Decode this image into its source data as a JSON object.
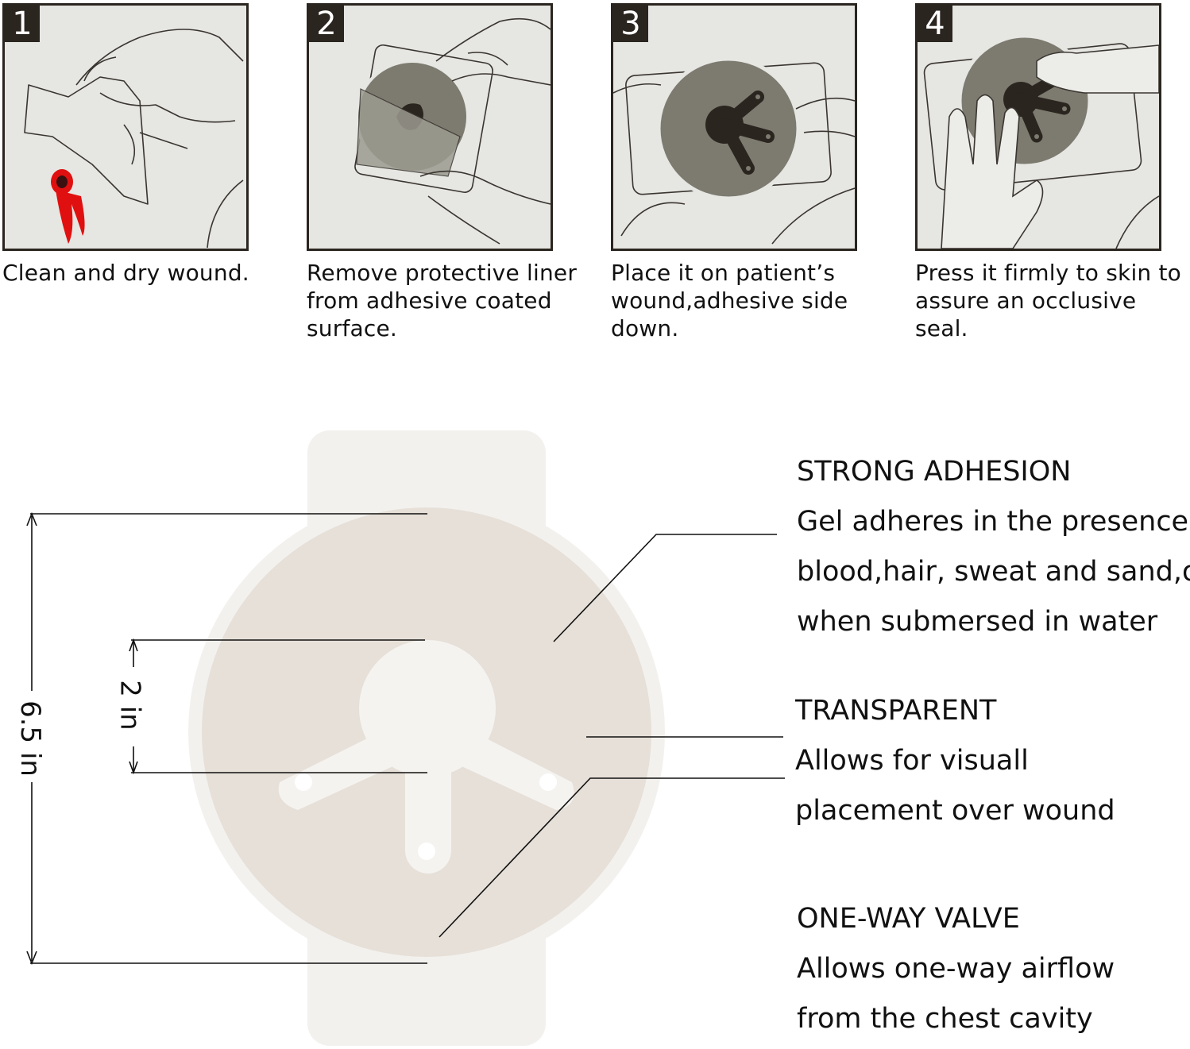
{
  "steps": [
    {
      "number": "1",
      "caption": "Clean and dry wound."
    },
    {
      "number": "2",
      "caption": "Remove protective liner\nfrom adhesive coated\nsurface."
    },
    {
      "number": "3",
      "caption": "Place it on patient’s\nwound,adhesive side\ndown."
    },
    {
      "number": "4",
      "caption": "Press it firmly to skin to\nassure an occlusive seal."
    }
  ],
  "dimensions": {
    "outer": "6.5 in",
    "inner": "2 in"
  },
  "features": [
    {
      "title": "STRONG ADHESION",
      "lines": [
        "Gel adheres in the presence of",
        "blood,hair, sweat and sand,or",
        "when submersed in water"
      ]
    },
    {
      "title": "TRANSPARENT",
      "lines": [
        "Allows for visuall",
        "placement over wound"
      ]
    },
    {
      "title": "ONE-WAY VALVE",
      "lines": [
        "Allows one-way airflow",
        "from the chest cavity"
      ]
    }
  ],
  "colors": {
    "frame": "#2b2520",
    "panel_bg": "#e6e6e2",
    "seal_dark": "#7d7b70",
    "vent_dark": "#2b2520",
    "blood": "#e01010",
    "patch_outer": "#f3f1ee",
    "patch_disc": "#e6e0d8"
  }
}
